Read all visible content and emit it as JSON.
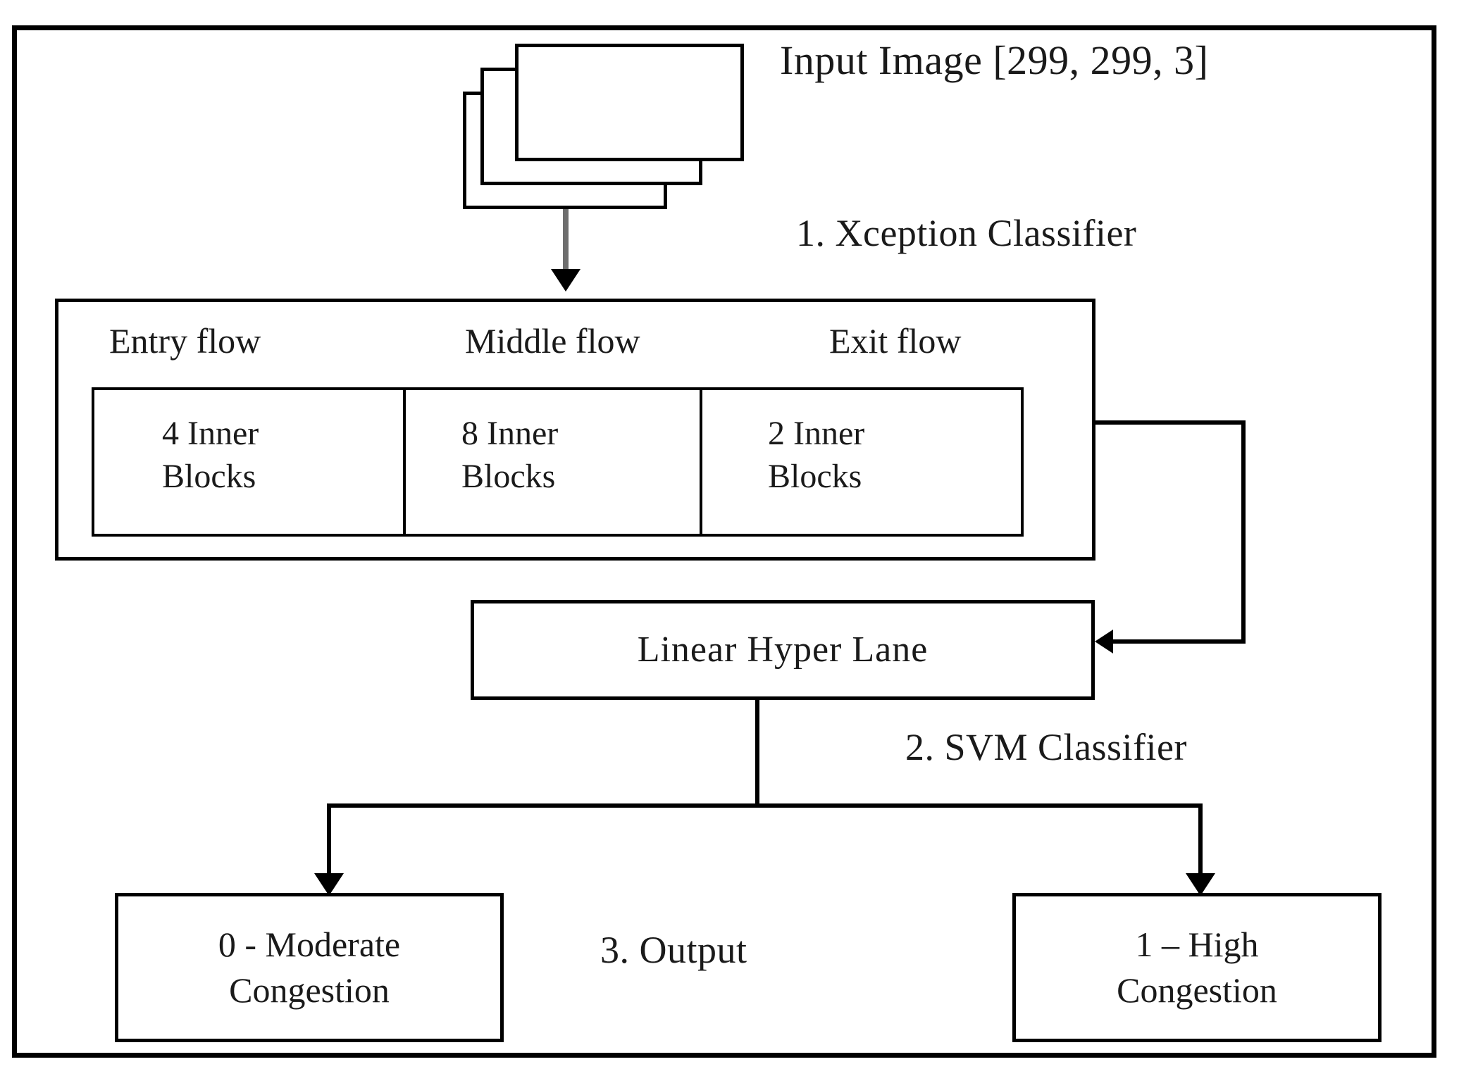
{
  "diagram": {
    "title": "Xception + SVM traffic congestion classification pipeline",
    "input": {
      "label": "Input Image [299, 299, 3]",
      "icon": "image-stack-icon",
      "shape": [
        299,
        299,
        3
      ]
    },
    "stages": [
      {
        "number": "1.",
        "label": "1. Xception Classifier"
      },
      {
        "number": "2.",
        "label": "2. SVM Classifier"
      },
      {
        "number": "3.",
        "label": "3. Output"
      }
    ],
    "xception": {
      "flows": [
        {
          "name": "Entry flow",
          "blocks": "4 Inner\nBlocks"
        },
        {
          "name": "Middle flow",
          "blocks": "8 Inner\nBlocks"
        },
        {
          "name": "Exit flow",
          "blocks": "2 Inner\nBlocks"
        }
      ]
    },
    "svm": {
      "hyperplane_label": "Linear Hyper Lane"
    },
    "outputs": [
      {
        "class_id": "0",
        "label": "0 - Moderate\nCongestion"
      },
      {
        "class_id": "1",
        "label": "1 – High\nCongestion"
      }
    ],
    "colors": {
      "stroke": "#000000",
      "text": "#1a1a1a",
      "arrow_gray": "#6e6e6e",
      "background": "#ffffff"
    }
  }
}
